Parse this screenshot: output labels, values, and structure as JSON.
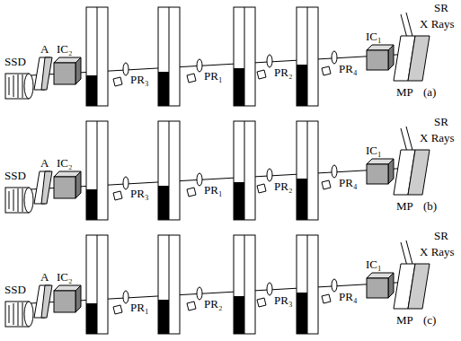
{
  "diagram": {
    "labels": [
      "SSD",
      "A",
      "IC₂",
      "PR₃",
      "PR₁",
      "PR₂",
      "PR₄",
      "IC₁",
      "SR",
      "X Rays",
      "MP",
      "(a)",
      "SSD",
      "A",
      "IC₂",
      "PR₃",
      "PR₁",
      "PR₂",
      "PR₄",
      "IC₁",
      "SR",
      "X Rays",
      "MP",
      "(b)",
      "SSD",
      "A",
      "IC₂",
      "PR₁",
      "PR₂",
      "PR₃",
      "PR₄",
      "IC₁",
      "SR",
      "X Rays",
      "MP",
      "(c)"
    ]
  }
}
